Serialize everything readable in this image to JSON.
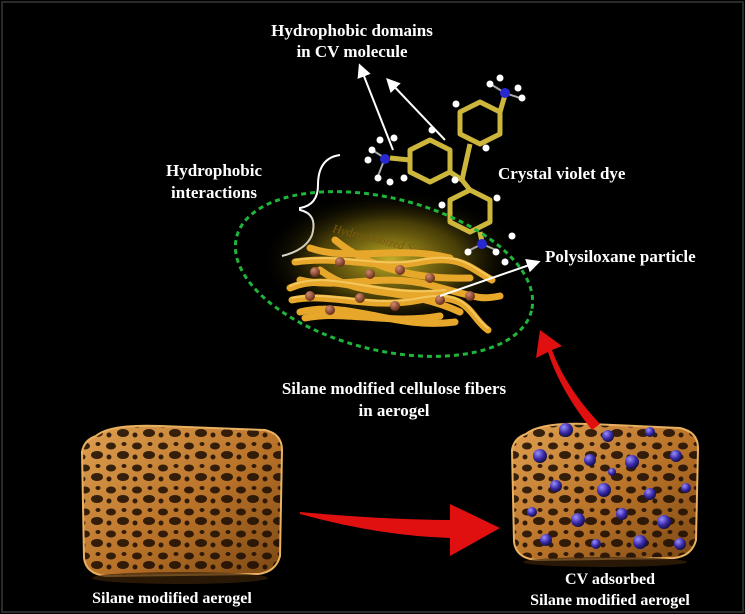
{
  "labels": {
    "hydrophobic_domains": [
      "Hydrophobic domains",
      "in CV molecule"
    ],
    "hydrophobic_interactions": [
      "Hydrophobic",
      "interactions"
    ],
    "crystal_violet": "Crystal violet dye",
    "polysiloxane": "Polysiloxane particle",
    "hydrophobized_surface": "Hydrophobized Surface",
    "cellulose_fibers": [
      "Silane modified cellulose fibers",
      "in aerogel"
    ],
    "left_aerogel": "Silane modified aerogel",
    "right_aerogel": [
      "CV adsorbed",
      "Silane modified aerogel"
    ]
  },
  "colors": {
    "background": "#000000",
    "text": "#ffffff",
    "fiber": "#e6a72a",
    "aerogel": "#c07a2e",
    "dye_ball": "#3a2aa8",
    "ellipse": "#1fb53a",
    "arrow": "#e01010",
    "glow": "#d8c020"
  }
}
